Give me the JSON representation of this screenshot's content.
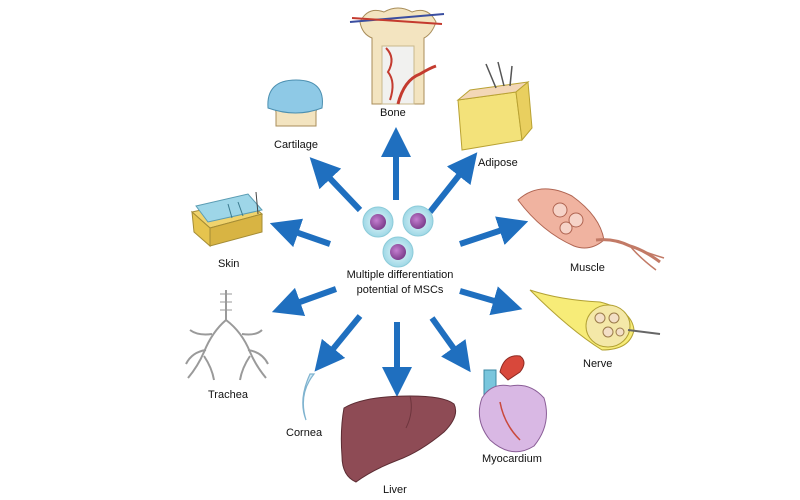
{
  "center": {
    "line1": "Multiple differentiation",
    "line2": "potential of MSCs"
  },
  "targets": {
    "bone": "Bone",
    "cartilage": "Cartilage",
    "adipose": "Adipose",
    "skin": "Skin",
    "muscle": "Muscle",
    "trachea": "Trachea",
    "nerve": "Nerve",
    "cornea": "Cornea",
    "liver": "Liver",
    "myocardium": "Myocardium"
  },
  "colors": {
    "arrow": "#1f6fbf",
    "cell_membrane": "#bfe6ef",
    "cell_nucleus": "#9b5aa8",
    "bone": "#f3e4c0",
    "cartilage": "#8ec9e6",
    "adipose": "#f3e27a",
    "skin": "#9ed6e8",
    "muscle": "#f0b3a0",
    "nerve": "#f7ec78",
    "trachea": "#f2ece6",
    "cornea": "#cfe8f5",
    "liver": "#8e4b55",
    "myocardium": "#d9b8e4"
  }
}
